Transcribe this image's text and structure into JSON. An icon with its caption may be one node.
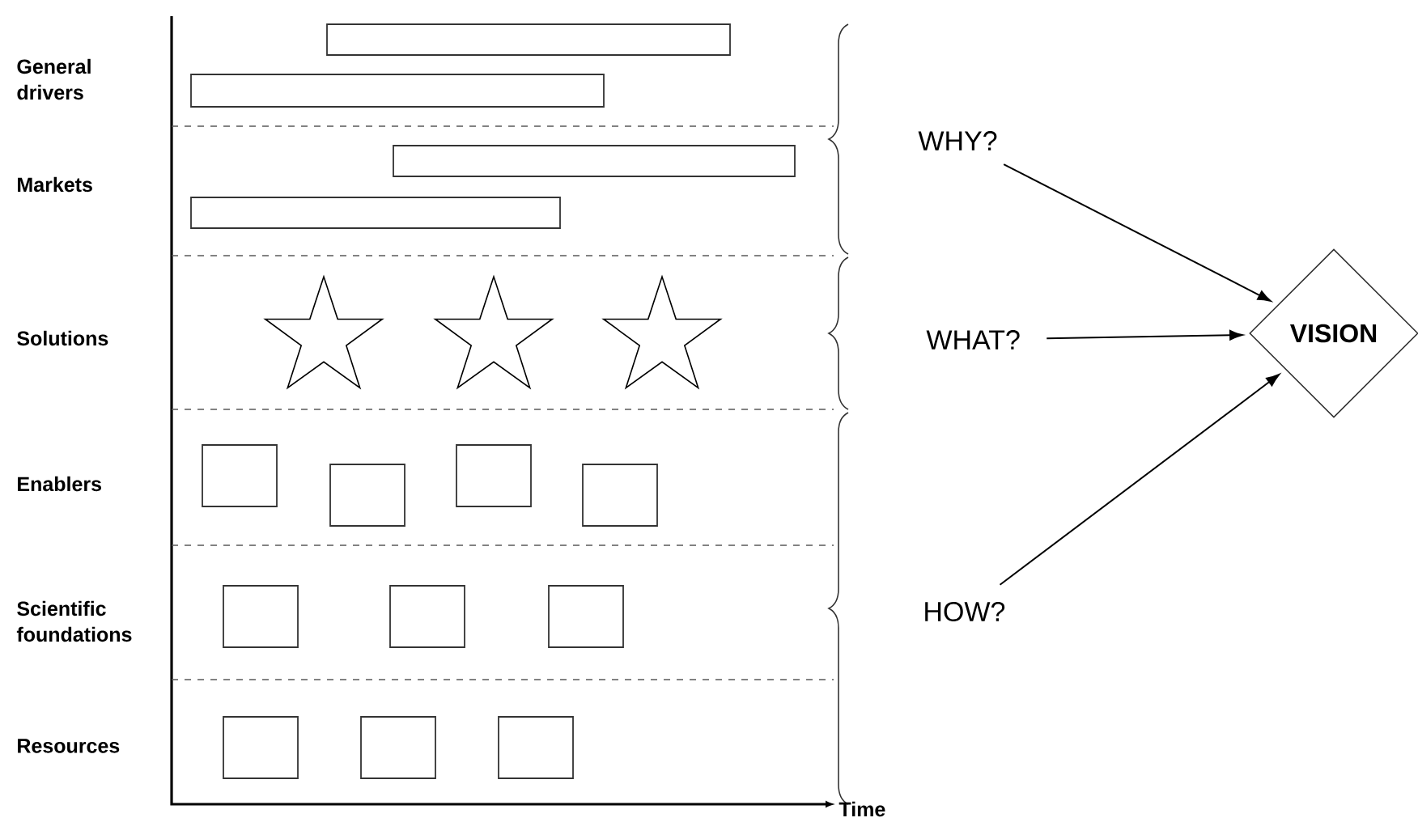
{
  "diagram": {
    "nodes": [
      {
        "text": [],
        "shape": "bar"
      },
      {
        "text": [],
        "shape": "bar"
      },
      {
        "text": [],
        "shape": "bar"
      },
      {
        "text": [],
        "shape": "bar"
      },
      {
        "text": [],
        "shape": "star"
      },
      {
        "text": [],
        "shape": "star"
      },
      {
        "text": [],
        "shape": "star"
      },
      {
        "text": [],
        "shape": "box"
      },
      {
        "text": [],
        "shape": "box"
      },
      {
        "text": [],
        "shape": "box"
      },
      {
        "text": [],
        "shape": "box"
      },
      {
        "text": [],
        "shape": "box"
      },
      {
        "text": [],
        "shape": "box"
      },
      {
        "text": [],
        "shape": "box"
      },
      {
        "text": [],
        "shape": "box"
      },
      {
        "text": [],
        "shape": "box"
      },
      {
        "text": [],
        "shape": "box"
      },
      {
        "text": [
          "WHY?"
        ]
      },
      {
        "text": [
          "WHAT?"
        ]
      },
      {
        "text": [
          "HOW?"
        ]
      },
      {
        "text": [
          "VISION"
        ]
      }
    ],
    "edges": [
      {
        "from": 17,
        "to": 20,
        "arrow": "to"
      },
      {
        "from": 18,
        "to": 20,
        "arrow": "to"
      },
      {
        "from": 19,
        "to": 20,
        "arrow": "to"
      }
    ],
    "labels": [
      "General drivers",
      "Markets",
      "Solutions",
      "Enablers",
      "Scientific foundations",
      "Resources",
      "Time"
    ]
  }
}
